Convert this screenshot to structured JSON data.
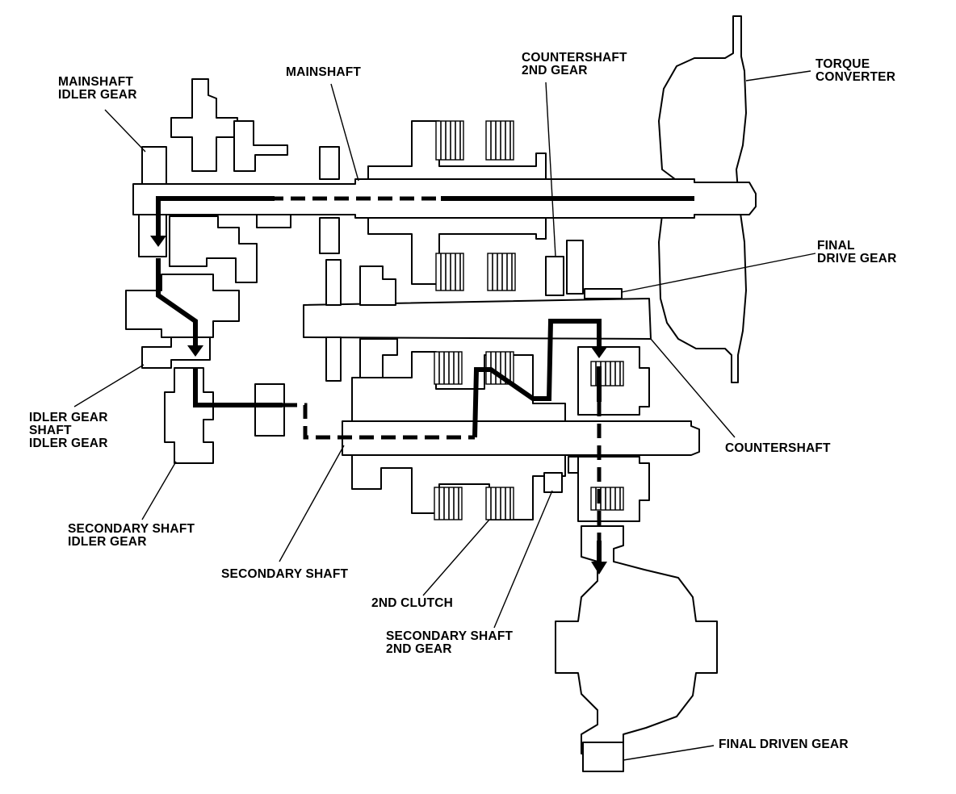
{
  "labels": {
    "mainshaft_idler_gear": [
      "MAINSHAFT",
      "IDLER GEAR"
    ],
    "mainshaft": "MAINSHAFT",
    "countershaft_2nd_gear": [
      "COUNTERSHAFT",
      "2ND GEAR"
    ],
    "torque_converter": [
      "TORQUE",
      "CONVERTER"
    ],
    "final_drive_gear": [
      "FINAL",
      "DRIVE GEAR"
    ],
    "idler_gear_shaft_idler_gear": [
      "IDLER GEAR",
      "SHAFT",
      "IDLER GEAR"
    ],
    "countershaft": "COUNTERSHAFT",
    "secondary_shaft_idler_gear": [
      "SECONDARY SHAFT",
      "IDLER GEAR"
    ],
    "secondary_shaft": "SECONDARY SHAFT",
    "second_clutch": "2ND CLUTCH",
    "secondary_shaft_2nd_gear": [
      "SECONDARY SHAFT",
      "2ND GEAR"
    ],
    "final_driven_gear": "FINAL DRIVEN GEAR"
  },
  "colors": {
    "ink": "#000000",
    "paper": "#ffffff"
  }
}
